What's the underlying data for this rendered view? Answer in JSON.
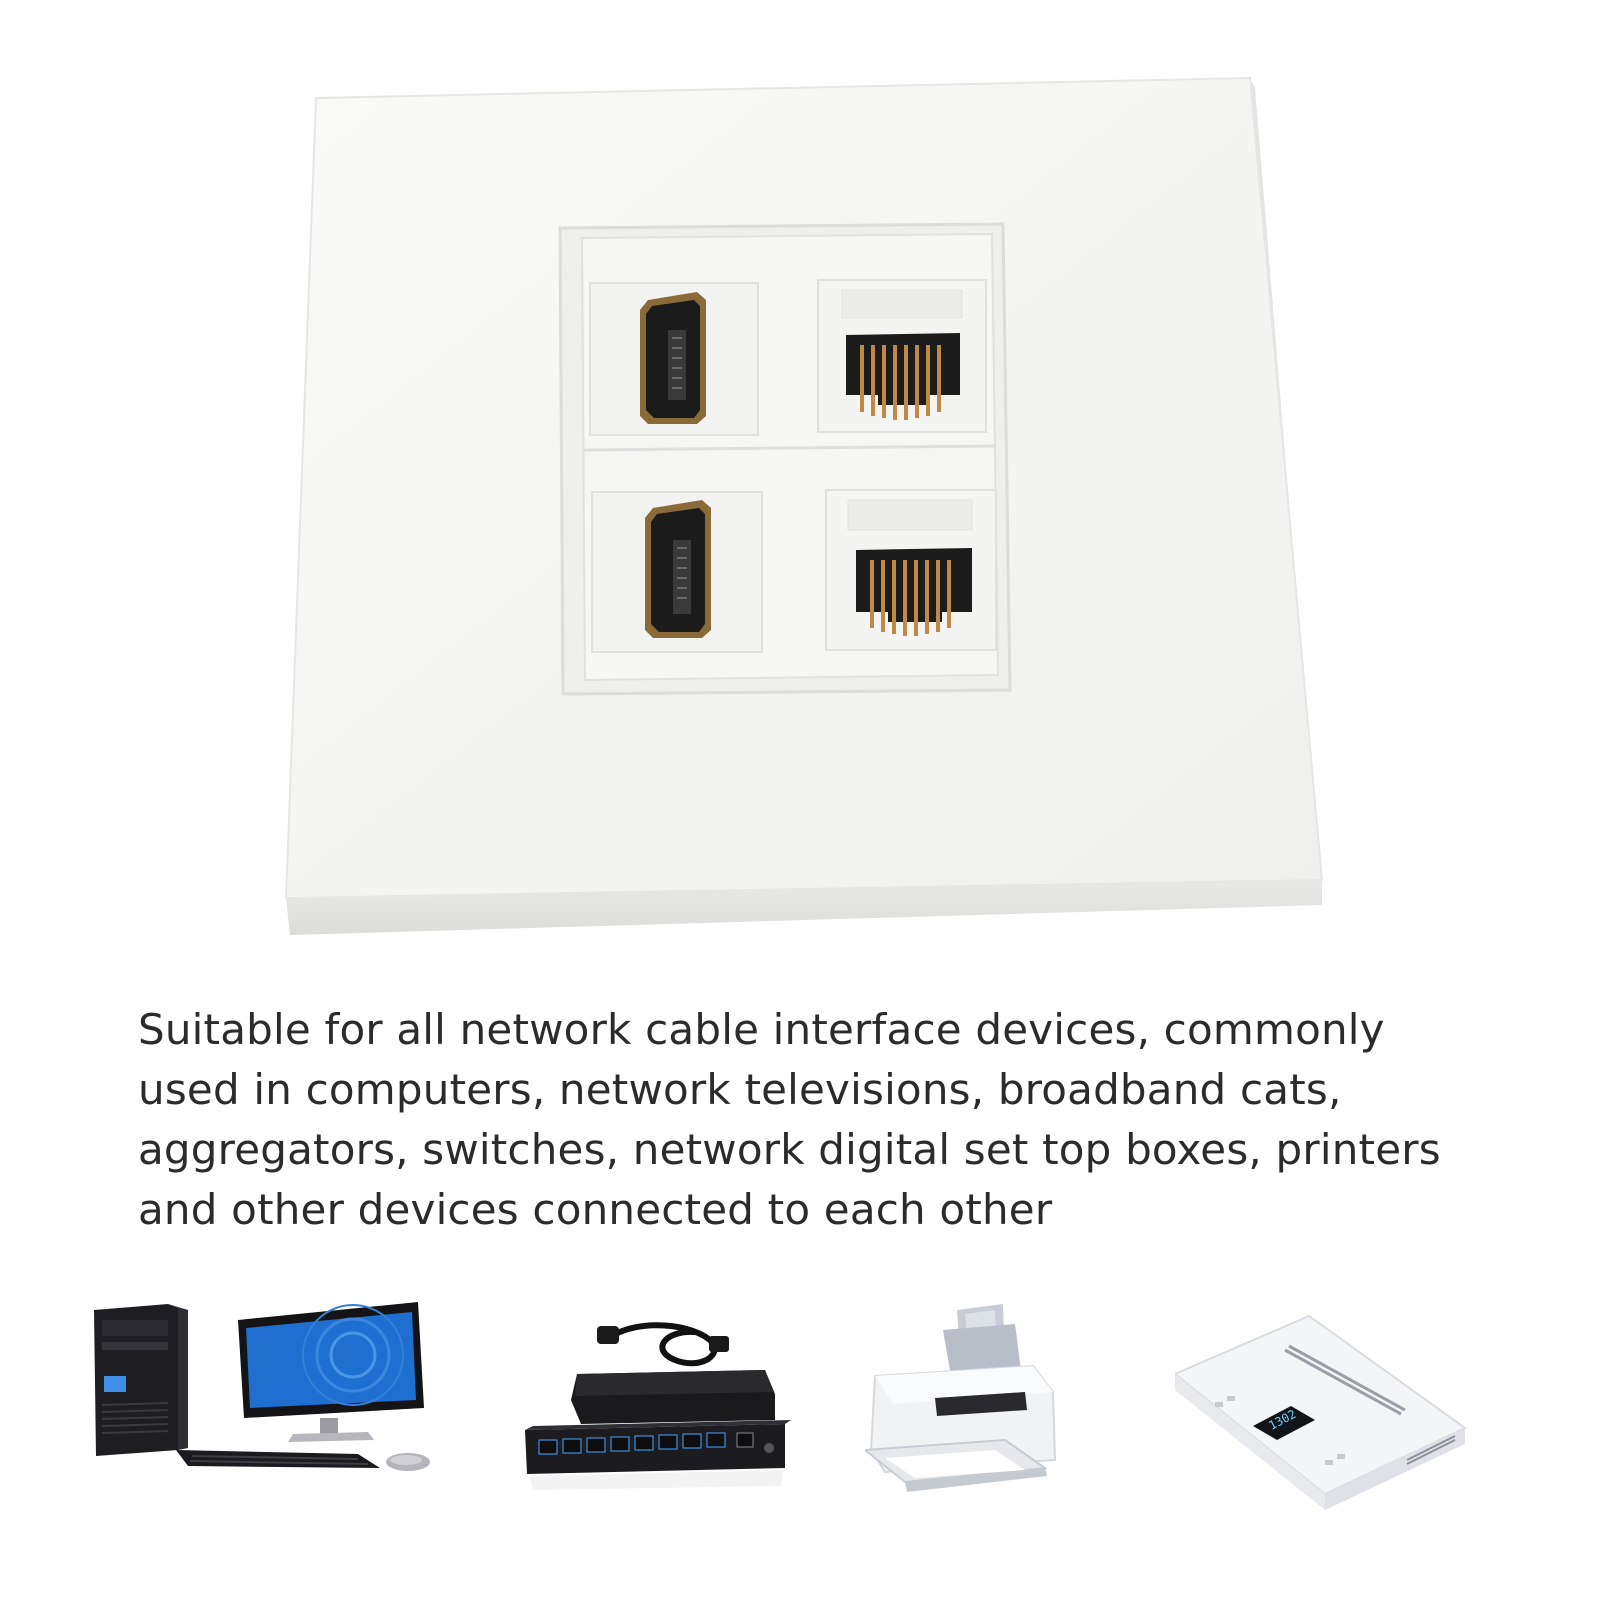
{
  "caption": "Suitable for all network cable interface devices, commonly used in computers, network televisions, broadband cats, aggregators, switches, network digital set top boxes, printers and other devices connected to each other",
  "product": {
    "ports": [
      "hdmi-port-top",
      "rj45-port-top",
      "hdmi-port-bottom",
      "rj45-port-bottom"
    ]
  },
  "devices": [
    "desktop-computer",
    "network-switch",
    "printer",
    "set-top-box"
  ],
  "stb_display": "1302",
  "colors": {
    "plate": "#f3f3f1",
    "plate_edge": "#e2e2e0",
    "contacts": "#b8863e",
    "text": "#2b2b2b",
    "screen_blue": "#1f6fd0"
  }
}
